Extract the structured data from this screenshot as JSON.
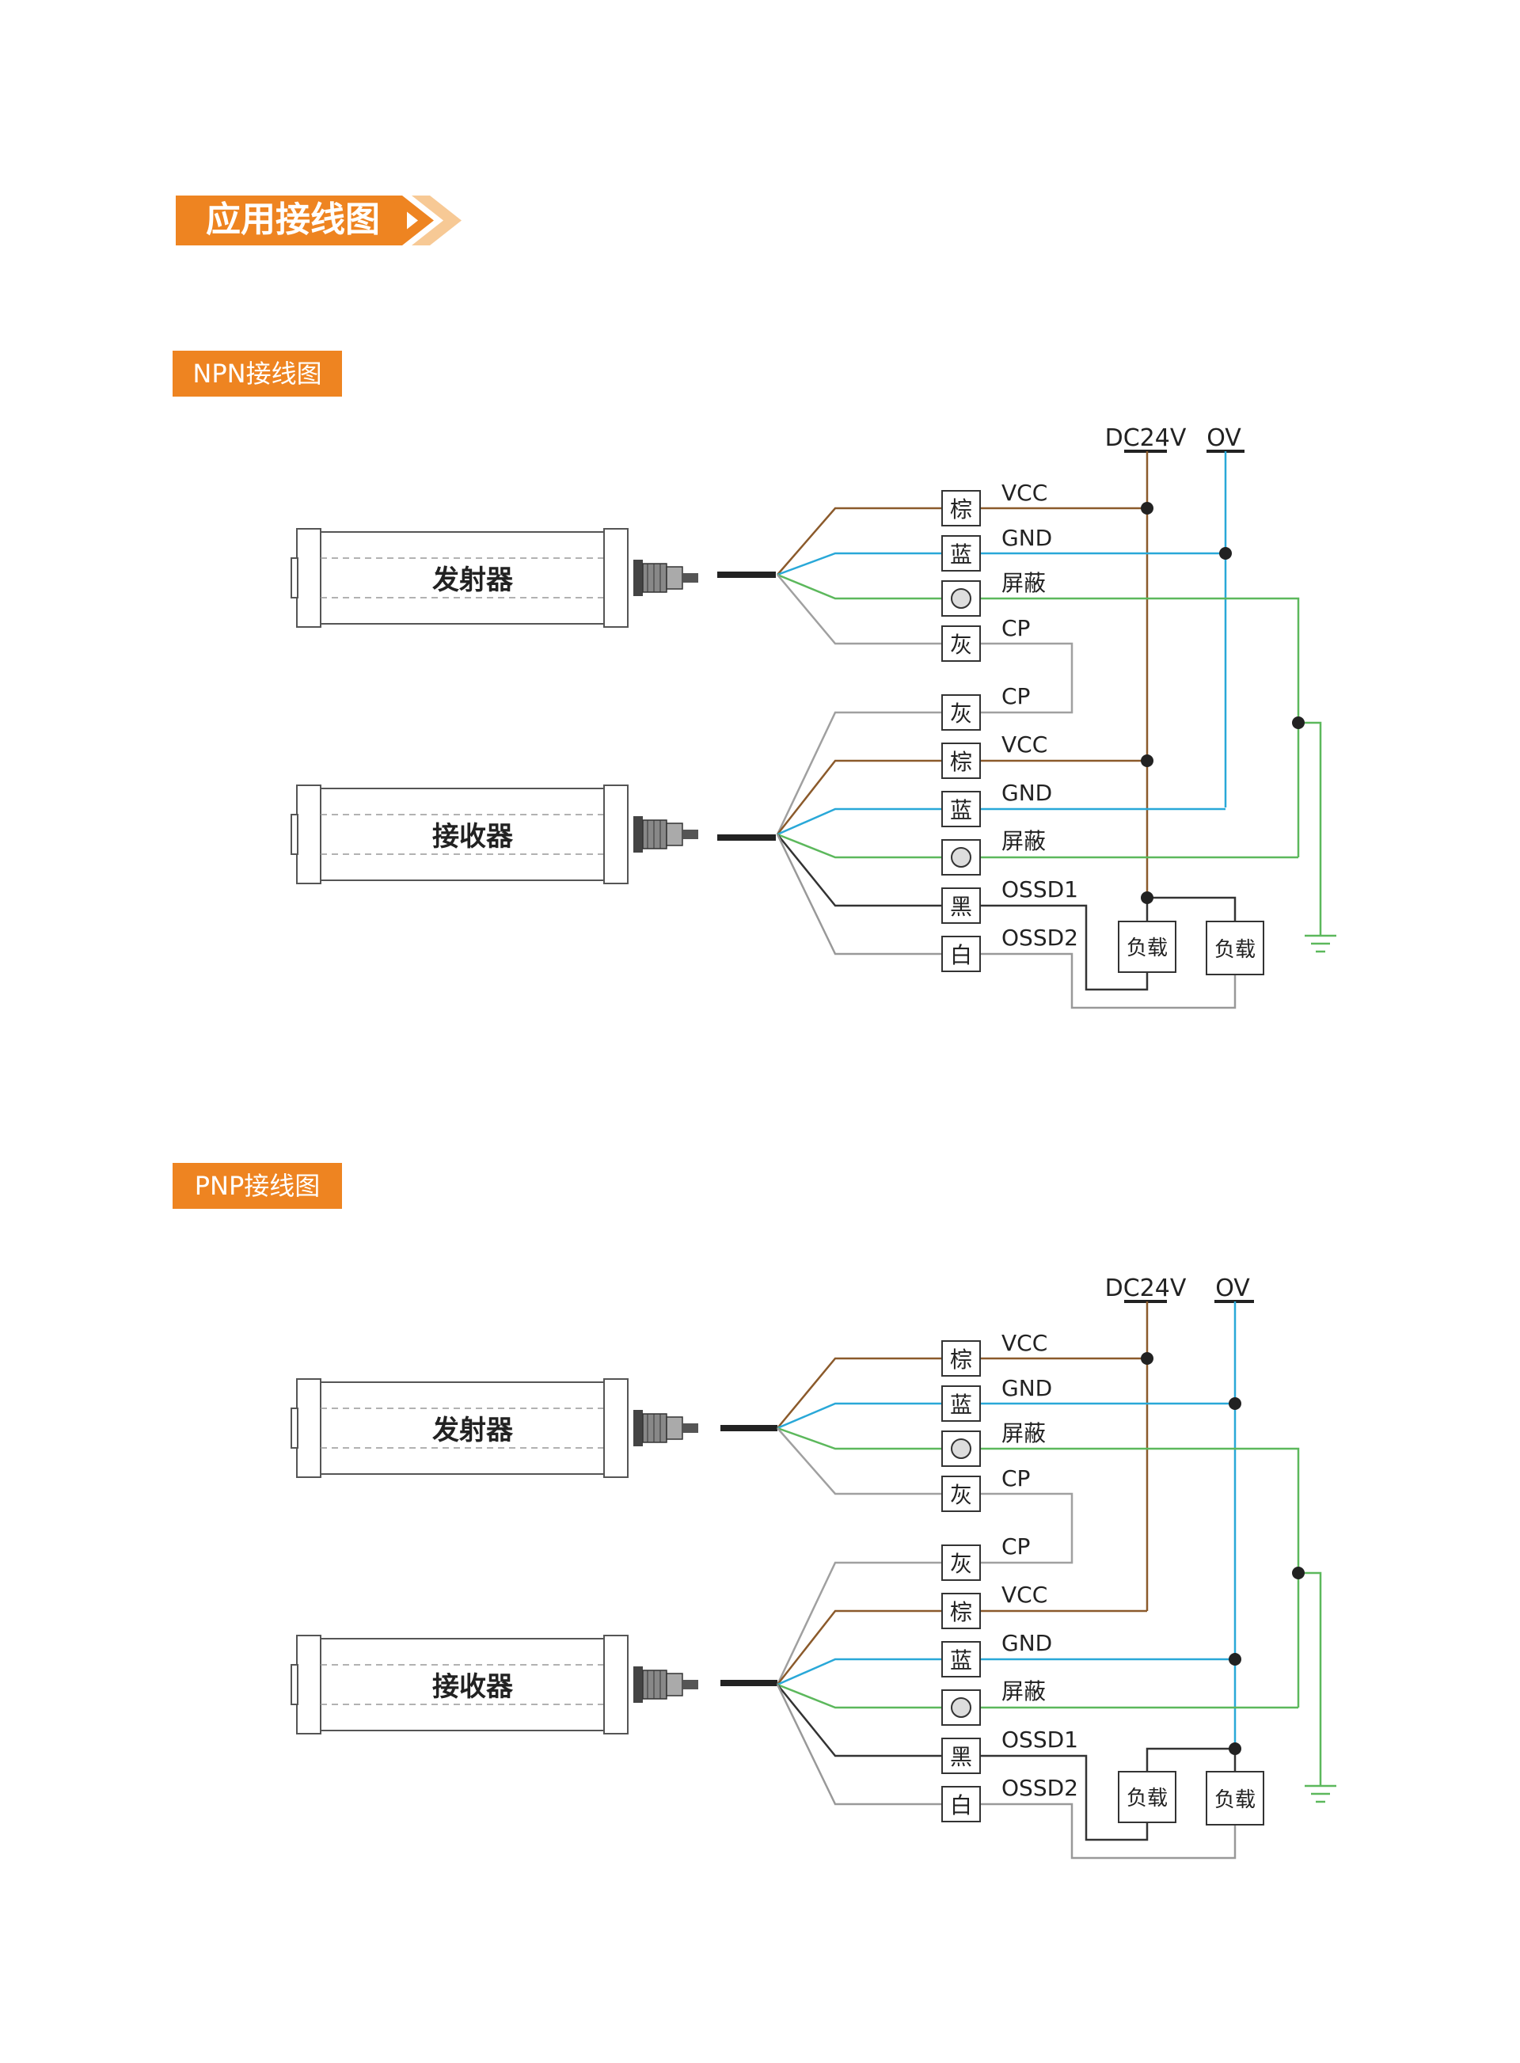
{
  "page": {
    "title": "应用接线图",
    "accent_color": "#ee8421",
    "chevron_color": "#f7c995"
  },
  "sections": [
    {
      "id": "npn",
      "label": "NPN接线图",
      "rails": {
        "vcc": "DC24V",
        "gnd": "OV"
      },
      "emitter": {
        "name": "发射器",
        "wires": [
          {
            "color_name": "棕",
            "signal": "VCC",
            "color": "#8b5a2b"
          },
          {
            "color_name": "蓝",
            "signal": "GND",
            "color": "#29a8d8"
          },
          {
            "color_name": "",
            "signal": "屏蔽",
            "color": "#5cb85c",
            "terminal": "circle"
          },
          {
            "color_name": "灰",
            "signal": "CP",
            "color": "#a0a0a0"
          }
        ]
      },
      "receiver": {
        "name": "接收器",
        "wires": [
          {
            "color_name": "灰",
            "signal": "CP",
            "color": "#a0a0a0"
          },
          {
            "color_name": "棕",
            "signal": "VCC",
            "color": "#8b5a2b"
          },
          {
            "color_name": "蓝",
            "signal": "GND",
            "color": "#29a8d8"
          },
          {
            "color_name": "",
            "signal": "屏蔽",
            "color": "#5cb85c",
            "terminal": "circle"
          },
          {
            "color_name": "黑",
            "signal": "OSSD1",
            "color": "#333333"
          },
          {
            "color_name": "白",
            "signal": "OSSD2",
            "color": "#999999"
          }
        ]
      },
      "loads": [
        "负载",
        "负载"
      ]
    },
    {
      "id": "pnp",
      "label": "PNP接线图",
      "rails": {
        "vcc": "DC24V",
        "gnd": "OV"
      },
      "emitter": {
        "name": "发射器",
        "wires": [
          {
            "color_name": "棕",
            "signal": "VCC",
            "color": "#8b5a2b"
          },
          {
            "color_name": "蓝",
            "signal": "GND",
            "color": "#29a8d8"
          },
          {
            "color_name": "",
            "signal": "屏蔽",
            "color": "#5cb85c",
            "terminal": "circle"
          },
          {
            "color_name": "灰",
            "signal": "CP",
            "color": "#a0a0a0"
          }
        ]
      },
      "receiver": {
        "name": "接收器",
        "wires": [
          {
            "color_name": "灰",
            "signal": "CP",
            "color": "#a0a0a0"
          },
          {
            "color_name": "棕",
            "signal": "VCC",
            "color": "#8b5a2b"
          },
          {
            "color_name": "蓝",
            "signal": "GND",
            "color": "#29a8d8"
          },
          {
            "color_name": "",
            "signal": "屏蔽",
            "color": "#5cb85c",
            "terminal": "circle"
          },
          {
            "color_name": "黑",
            "signal": "OSSD1",
            "color": "#333333"
          },
          {
            "color_name": "白",
            "signal": "OSSD2",
            "color": "#999999"
          }
        ]
      },
      "loads": [
        "负载",
        "负载"
      ]
    }
  ]
}
